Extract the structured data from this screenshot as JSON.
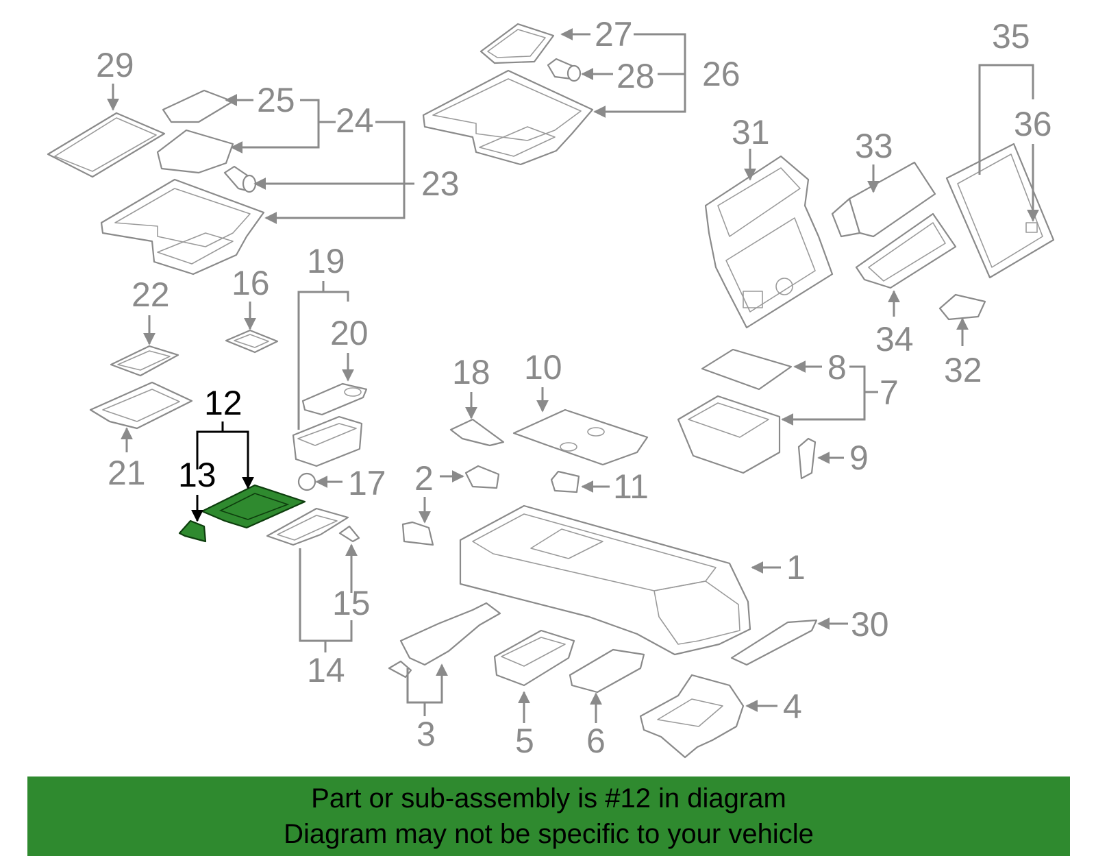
{
  "banner": {
    "line1": "Part or sub-assembly is #12 in diagram",
    "line2": "Diagram may not be specific to your vehicle"
  },
  "selected_part": "12",
  "colors": {
    "highlight": "#2f8a2f",
    "line_art": "#8a8a8a",
    "selected_text": "#000000"
  },
  "callouts": {
    "c1": "1",
    "c2": "2",
    "c3": "3",
    "c4": "4",
    "c5": "5",
    "c6": "6",
    "c7": "7",
    "c8": "8",
    "c9": "9",
    "c10": "10",
    "c11": "11",
    "c12": "12",
    "c13": "13",
    "c14": "14",
    "c15": "15",
    "c16": "16",
    "c17": "17",
    "c18": "18",
    "c19": "19",
    "c20": "20",
    "c21": "21",
    "c22": "22",
    "c23": "23",
    "c24": "24",
    "c25": "25",
    "c26": "26",
    "c27": "27",
    "c28": "28",
    "c29": "29",
    "c30": "30",
    "c31": "31",
    "c32": "32",
    "c33": "33",
    "c34": "34",
    "c35": "35",
    "c36": "36"
  }
}
